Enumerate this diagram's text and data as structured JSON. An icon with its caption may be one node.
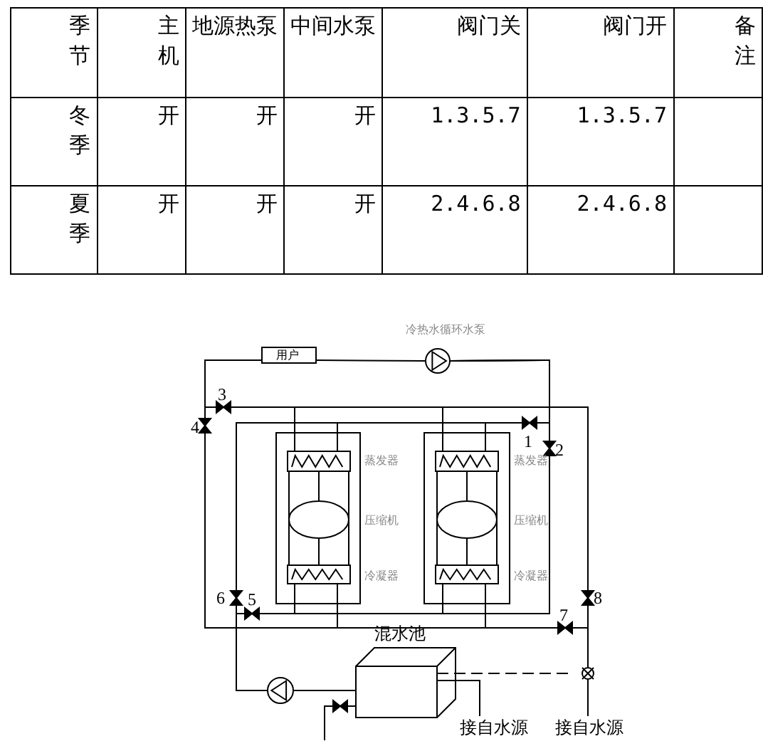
{
  "diagram": {
    "nodes": [
      {
        "text": [
          "用户"
        ]
      },
      {
        "text": [],
        "shape": "circle",
        "beside": [
          "冷热水循环水泵"
        ]
      },
      {
        "text": [],
        "shape": "box"
      },
      {
        "text": [],
        "shape": "box",
        "in": 2,
        "beside": [
          "蒸发器"
        ]
      },
      {
        "text": [],
        "shape": "ellipse",
        "in": 2,
        "beside": [
          "压缩机"
        ]
      },
      {
        "text": [],
        "shape": "box",
        "in": 2,
        "beside": [
          "冷凝器"
        ]
      },
      {
        "text": [],
        "shape": "box"
      },
      {
        "text": [],
        "shape": "box",
        "in": 6,
        "beside": [
          "蒸发器"
        ]
      },
      {
        "text": [],
        "shape": "ellipse",
        "in": 6,
        "beside": [
          "压缩机"
        ]
      },
      {
        "text": [],
        "shape": "box",
        "in": 6,
        "beside": [
          "冷凝器"
        ]
      },
      {
        "text": [
          "混水池"
        ]
      },
      {
        "text": [],
        "shape": "circle"
      },
      {
        "text": [
          "接自水源"
        ]
      },
      {
        "text": [
          "接自水源"
        ]
      }
    ],
    "edges": [
      {
        "from": 0,
        "to": 1,
        "arrow": "none"
      },
      {
        "from": 3,
        "to": 4,
        "arrow": "none"
      },
      {
        "from": 4,
        "to": 5,
        "arrow": "none"
      },
      {
        "from": 3,
        "to": 5,
        "arrow": "none"
      },
      {
        "from": 3,
        "to": 5,
        "arrow": "none"
      },
      {
        "from": 7,
        "to": 8,
        "arrow": "none"
      },
      {
        "from": 8,
        "to": 9,
        "arrow": "none"
      },
      {
        "from": 7,
        "to": 9,
        "arrow": "none"
      },
      {
        "from": 7,
        "to": 9,
        "arrow": "none"
      },
      {
        "from": 11,
        "to": 10,
        "arrow": "none"
      },
      {
        "from": 0,
        "to": 3,
        "arrow": "none"
      },
      {
        "from": 1,
        "to": 11,
        "arrow": "none"
      },
      {
        "from": 3,
        "to": 7,
        "arrow": "none"
      },
      {
        "from": 5,
        "to": 9,
        "arrow": "none"
      },
      {
        "from": 0,
        "to": 5,
        "arrow": "none"
      },
      {
        "from": 0,
        "to": 7,
        "arrow": "none"
      },
      {
        "from": 1,
        "to": 3,
        "arrow": "none"
      },
      {
        "from": 1,
        "to": 7,
        "arrow": "none"
      },
      {
        "from": 5,
        "to": 11,
        "arrow": "none"
      },
      {
        "from": 9,
        "to": 11,
        "arrow": "none"
      },
      {
        "from": 9,
        "to": 13,
        "arrow": "none"
      },
      {
        "from": 0,
        "to": 13,
        "arrow": "none"
      },
      {
        "from": 10,
        "to": 12,
        "arrow": "none"
      },
      {
        "from": 10,
        "to": null,
        "arrow": "none"
      },
      {
        "from": 10,
        "to": null,
        "arrow": "none",
        "style": "dashed"
      }
    ],
    "labels": [
      "季节",
      "主机",
      "地源热泵",
      "中间水泵",
      "阀门关",
      "阀门开",
      "备注",
      "冬季",
      "开",
      "开",
      "开",
      "1.3.5.7",
      "1.3.5.7",
      "夏季",
      "开",
      "开",
      "开",
      "2.4.6.8",
      "2.4.6.8",
      "3",
      "4",
      "1",
      "2",
      "6",
      "5",
      "7",
      "8"
    ]
  }
}
